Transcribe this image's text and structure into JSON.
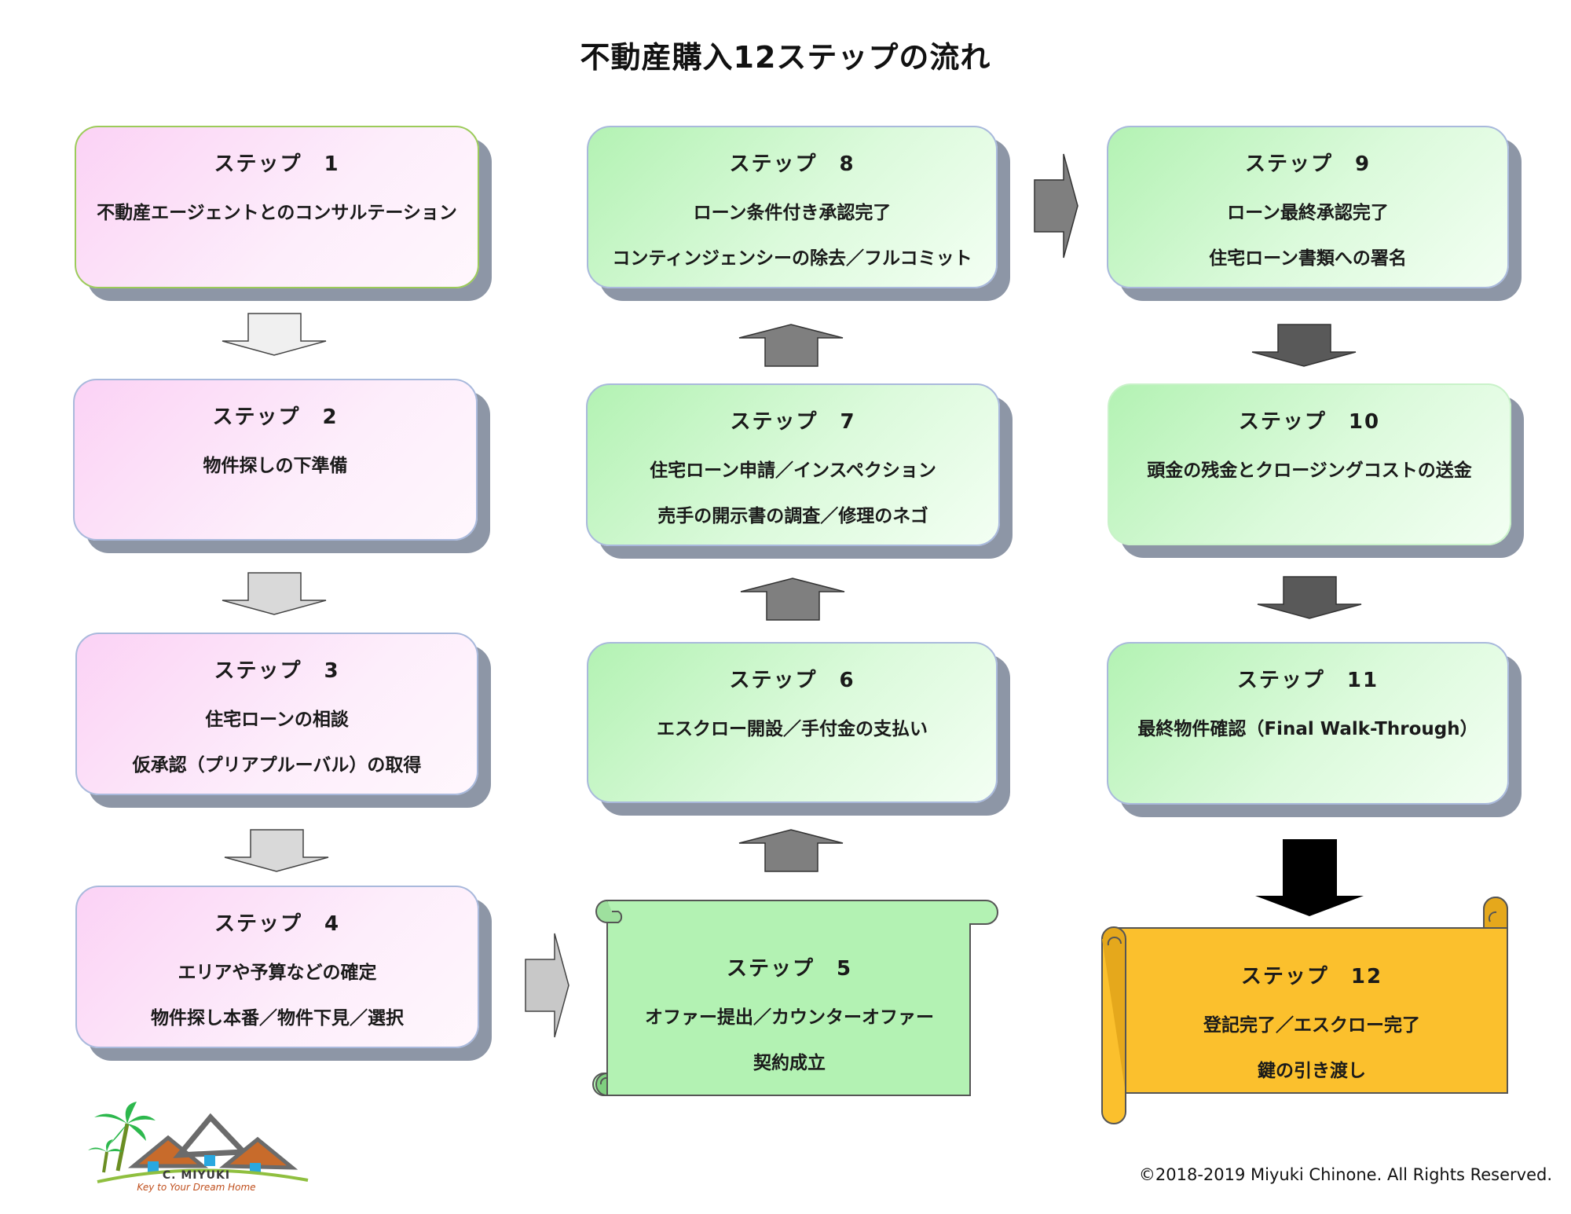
{
  "title": "不動産購入12ステップの流れ",
  "steps": [
    {
      "label": "ステップ　1",
      "lines": [
        "不動産エージェントとのコンサルテーション"
      ]
    },
    {
      "label": "ステップ　2",
      "lines": [
        "物件探しの下準備"
      ]
    },
    {
      "label": "ステップ　3",
      "lines": [
        "住宅ローンの相談",
        "仮承認（プリアプルーバル）の取得"
      ]
    },
    {
      "label": "ステップ　4",
      "lines": [
        "エリアや予算などの確定",
        "物件探し本番／物件下見／選択"
      ]
    },
    {
      "label": "ステップ　5",
      "lines": [
        "オファー提出／カウンターオファー",
        "契約成立"
      ]
    },
    {
      "label": "ステップ　6",
      "lines": [
        "エスクロー開設／手付金の支払い"
      ]
    },
    {
      "label": "ステップ　7",
      "lines": [
        "住宅ローン申請／インスペクション",
        "売手の開示書の調査／修理のネゴ"
      ]
    },
    {
      "label": "ステップ　8",
      "lines": [
        "ローン条件付き承認完了",
        "コンティンジェンシーの除去／フルコミット"
      ]
    },
    {
      "label": "ステップ　9",
      "lines": [
        "ローン最終承認完了",
        "住宅ローン書類への署名"
      ]
    },
    {
      "label": "ステップ　10",
      "lines": [
        "頭金の残金とクロージングコストの送金"
      ]
    },
    {
      "label": "ステップ　11",
      "lines": [
        "最終物件確認（Final Walk-Through）"
      ]
    },
    {
      "label": "ステップ　12",
      "lines": [
        "登記完了／エスクロー完了",
        "鍵の引き渡し"
      ]
    }
  ],
  "logo": {
    "name": "C. MIYUKI",
    "tagline": "Key to Your Dream Home"
  },
  "copyright": "©2018-2019 Miyuki Chinone. All Rights Reserved.",
  "colors": {
    "pink_box": "#fbd2f5",
    "green_box": "#b3f2b3",
    "gold_scroll": "#fbc02d",
    "shadow": "#8d96a6",
    "arrow_light": "#f0f0f0",
    "arrow_mid": "#d9d9d9",
    "arrow_gray": "#7f7f7f",
    "arrow_dark": "#595959",
    "arrow_black": "#000000"
  }
}
